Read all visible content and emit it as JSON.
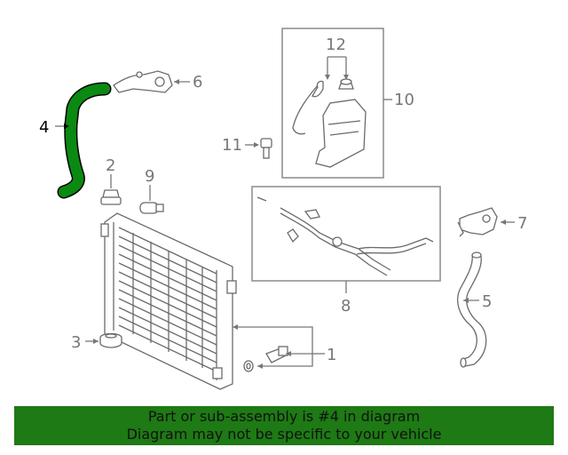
{
  "callouts": {
    "c1": "1",
    "c2": "2",
    "c3": "3",
    "c4": "4",
    "c5": "5",
    "c6": "6",
    "c7": "7",
    "c8": "8",
    "c9": "9",
    "c10": "10",
    "c11": "11",
    "c12": "12"
  },
  "highlight": {
    "part_number": "4",
    "color": "#008000"
  },
  "banner": {
    "line1": "Part or sub-assembly is #4 in diagram",
    "line2": "Diagram may not be specific to your vehicle",
    "background": "#1e7a14"
  }
}
